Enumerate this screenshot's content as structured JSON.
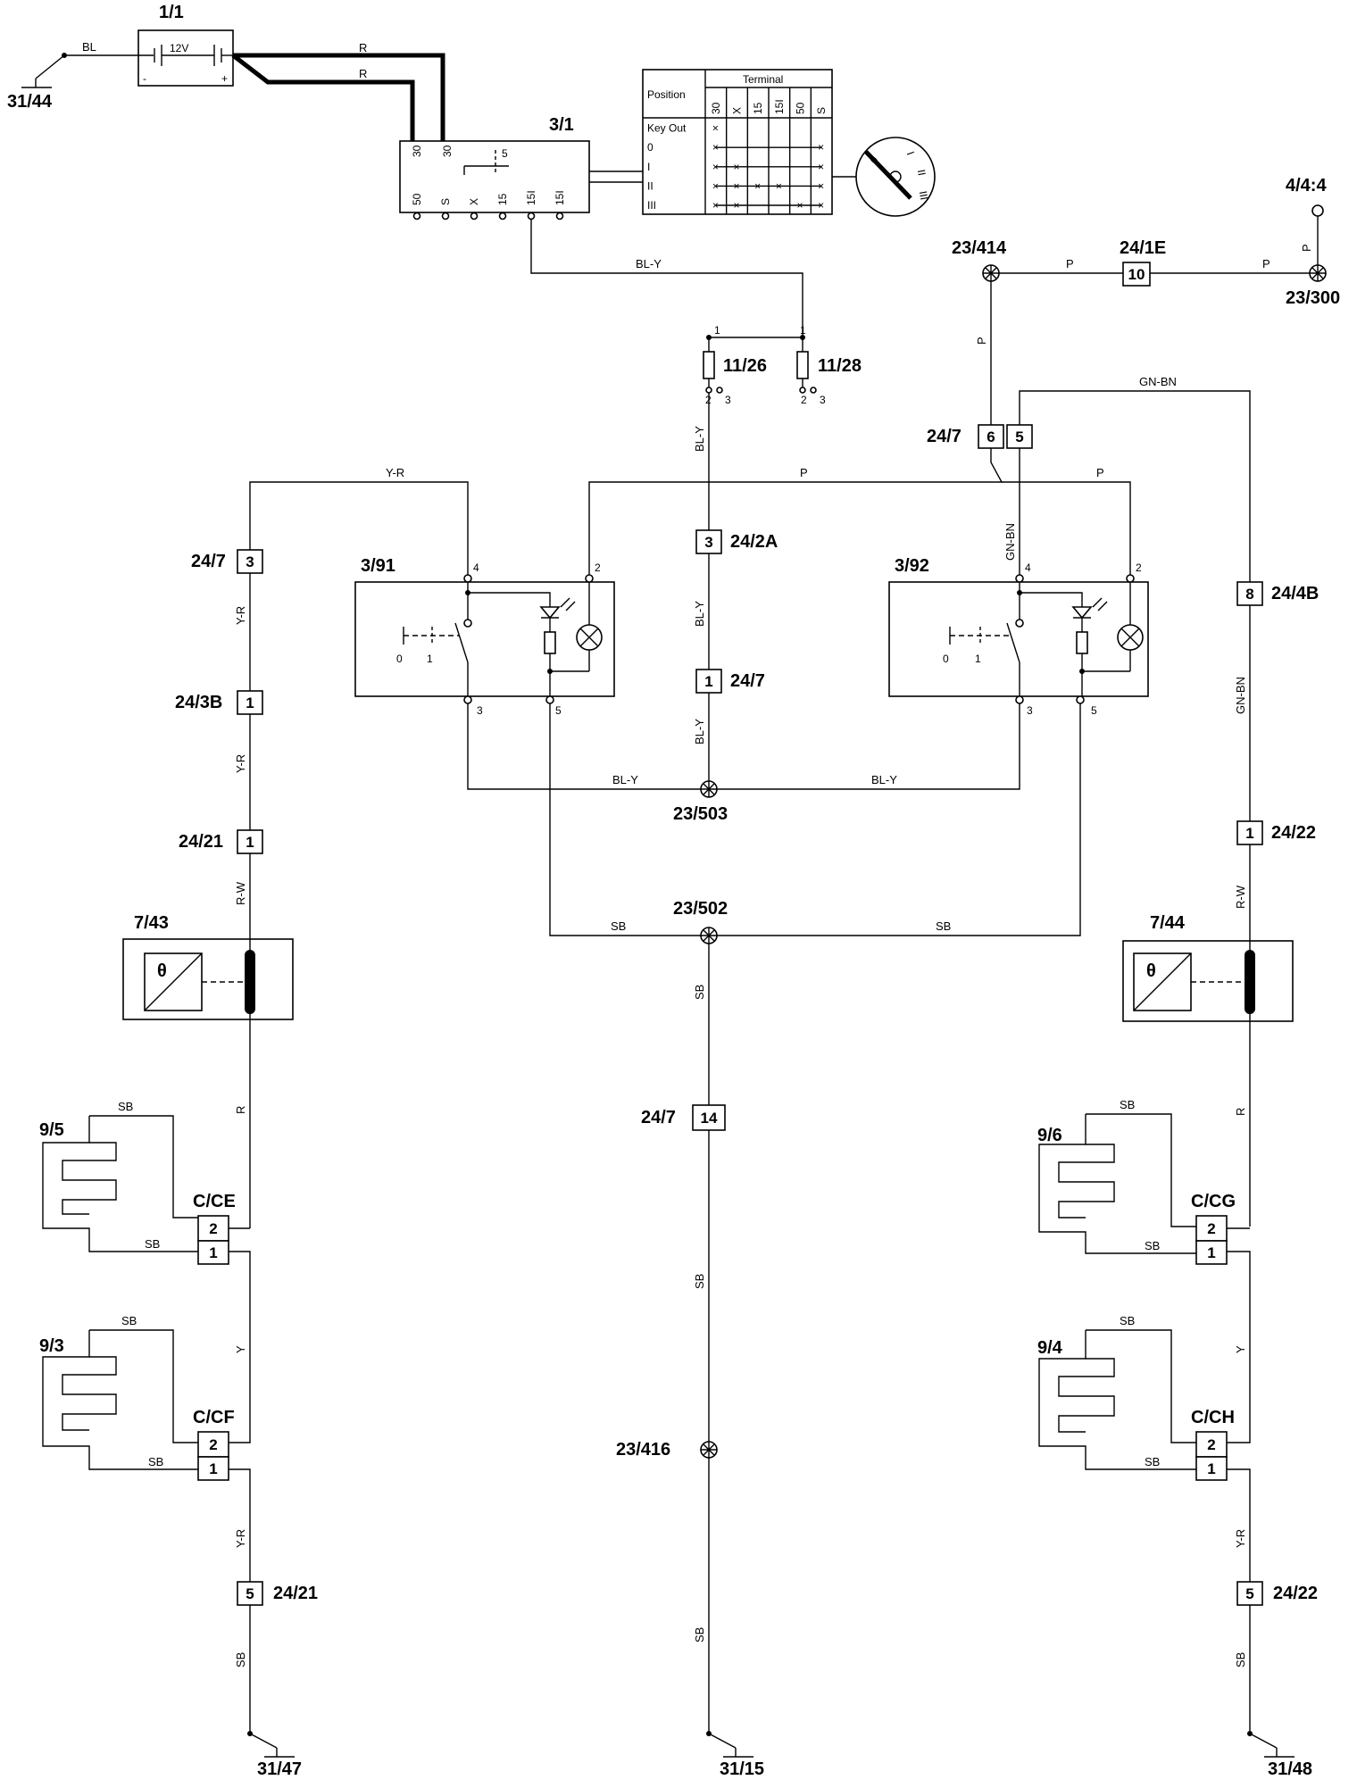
{
  "components": {
    "battery": {
      "id": "1/1",
      "voltage": "12V",
      "minus": "-",
      "plus": "+"
    },
    "ignition_switch": {
      "id": "3/1",
      "top_terminals": [
        "30",
        "30"
      ],
      "top_right": "5",
      "bottom_terminals": [
        "50",
        "S",
        "X",
        "15",
        "15I",
        "15I"
      ]
    },
    "switch_left": {
      "id": "3/91",
      "pins": [
        "4",
        "2",
        "3",
        "5"
      ],
      "pos": [
        "0",
        "1"
      ]
    },
    "switch_right": {
      "id": "3/92",
      "pins": [
        "4",
        "2",
        "3",
        "5"
      ],
      "pos": [
        "0",
        "1"
      ]
    },
    "fuse_a": {
      "id": "11/26",
      "pins": [
        "1",
        "2",
        "3"
      ]
    },
    "fuse_b": {
      "id": "11/28",
      "pins": [
        "1",
        "2",
        "3"
      ]
    },
    "thermostat_left": {
      "id": "7/43",
      "symbol": "θ"
    },
    "thermostat_right": {
      "id": "7/44",
      "symbol": "θ"
    },
    "heater_9_5": {
      "id": "9/5"
    },
    "heater_9_3": {
      "id": "9/3"
    },
    "heater_9_6": {
      "id": "9/6"
    },
    "heater_9_4": {
      "id": "9/4"
    }
  },
  "ignition_table": {
    "header_position": "Position",
    "header_terminal": "Terminal",
    "terminals": [
      "30",
      "X",
      "15",
      "15I",
      "50",
      "S"
    ],
    "rows": [
      {
        "pos": "Key Out",
        "marks": [
          1,
          0,
          0,
          0,
          0,
          0
        ]
      },
      {
        "pos": "0",
        "marks": [
          1,
          0,
          0,
          0,
          0,
          1
        ]
      },
      {
        "pos": "I",
        "marks": [
          1,
          1,
          0,
          0,
          0,
          1
        ]
      },
      {
        "pos": "II",
        "marks": [
          1,
          1,
          1,
          1,
          0,
          1
        ]
      },
      {
        "pos": "III",
        "marks": [
          1,
          1,
          0,
          0,
          1,
          1
        ]
      }
    ],
    "key_positions": [
      "0",
      "I",
      "II",
      "III"
    ]
  },
  "grounds": {
    "g1": "31/44",
    "g2": "31/47",
    "g3": "31/15",
    "g4": "31/48"
  },
  "splices": {
    "s1": "23/414",
    "s2": "23/300",
    "s3": "23/503",
    "s4": "23/502",
    "s5": "23/416"
  },
  "ref_point": "4/4:4",
  "connectors": {
    "c_24_1E": {
      "conn": "24/1E",
      "pin": "10"
    },
    "c_24_7_6": {
      "conn": "24/7",
      "pin": "6"
    },
    "c_24_7_5": {
      "pin": "5"
    },
    "c_24_7_3": {
      "conn": "24/7",
      "pin": "3"
    },
    "c_24_2A": {
      "conn": "24/2A",
      "pin": "3"
    },
    "c_24_7_1": {
      "conn": "24/7",
      "pin": "1"
    },
    "c_24_3B": {
      "conn": "24/3B",
      "pin": "1"
    },
    "c_24_21_1": {
      "conn": "24/21",
      "pin": "1"
    },
    "c_24_4B": {
      "conn": "24/4B",
      "pin": "8"
    },
    "c_24_22_1": {
      "conn": "24/22",
      "pin": "1"
    },
    "c_24_7_14": {
      "conn": "24/7",
      "pin": "14"
    },
    "c_24_21_5": {
      "conn": "24/21",
      "pin": "5"
    },
    "c_24_22_5": {
      "conn": "24/22",
      "pin": "5"
    },
    "c_CE": {
      "conn": "C/CE",
      "pins": [
        "2",
        "1"
      ]
    },
    "c_CF": {
      "conn": "C/CF",
      "pins": [
        "2",
        "1"
      ]
    },
    "c_CG": {
      "conn": "C/CG",
      "pins": [
        "2",
        "1"
      ]
    },
    "c_CH": {
      "conn": "C/CH",
      "pins": [
        "2",
        "1"
      ]
    }
  },
  "wires": {
    "bl": "BL",
    "r1": "R",
    "r2": "R",
    "bly_top": "BL-Y",
    "p_top1": "P",
    "p_top2": "P",
    "p_vert_ref": "P",
    "p_vert_splice": "P",
    "gnbn_top": "GN-BN",
    "bly_mid": "BL-Y",
    "yr_top": "Y-R",
    "p_mid": "P",
    "p_right": "P",
    "gnbn_vert": "GN-BN",
    "bly_v2": "BL-Y",
    "bly_v3": "BL-Y",
    "yr_v1": "Y-R",
    "yr_v2": "Y-R",
    "rw_left": "R-W",
    "gnbn_right": "GN-BN",
    "rw_right": "R-W",
    "bly_h1": "BL-Y",
    "bly_h2": "BL-Y",
    "sb_h1": "SB",
    "sb_h2": "SB",
    "sb_c1": "SB",
    "sb_c2": "SB",
    "sb_c3": "SB",
    "r_left": "R",
    "r_right": "R",
    "y_left": "Y",
    "y_right": "Y",
    "sb_95a": "SB",
    "sb_95b": "SB",
    "sb_93a": "SB",
    "sb_93b": "SB",
    "sb_96a": "SB",
    "sb_96b": "SB",
    "sb_94a": "SB",
    "sb_94b": "SB",
    "yr_low_l": "Y-R",
    "yr_low_r": "Y-R",
    "sb_low_l": "SB",
    "sb_low_r": "SB"
  }
}
